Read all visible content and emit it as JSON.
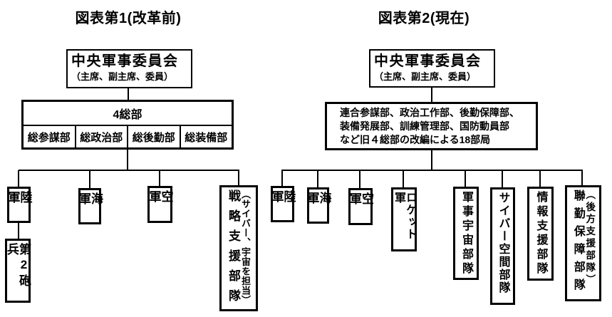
{
  "colors": {
    "background": "#ffffff",
    "line": "#000000",
    "text": "#000000"
  },
  "chart1": {
    "title": "図表第1(改革前)",
    "cmc": {
      "name": "中央軍事委員会",
      "members": "（主席、副主席、委員）"
    },
    "general_departments": {
      "header": "4総部",
      "cells": [
        "総参謀部",
        "総政治部",
        "総後勤部",
        "総装備部"
      ]
    },
    "units": [
      {
        "label": "陸軍"
      },
      {
        "label": "海軍"
      },
      {
        "label": "空軍"
      },
      {
        "label": "戦略支援部隊",
        "annotation": "（サイバー、宇宙を担当）"
      }
    ],
    "army_sub_unit": "第2砲兵"
  },
  "chart2": {
    "title": "図表第2(現在)",
    "cmc": {
      "name": "中央軍事委員会",
      "members": "（主席、副主席、委員）"
    },
    "departments_note": {
      "line1": "連合参謀部、政治工作部、後勤保障部、",
      "line2": "装備発展部、訓練管理部、国防動員部",
      "line3": "など旧４総部の改編による18部局"
    },
    "units": [
      {
        "label": "陸軍"
      },
      {
        "label": "海軍"
      },
      {
        "label": "空軍"
      },
      {
        "label": "ロケット軍"
      },
      {
        "label": "軍事宇宙部隊"
      },
      {
        "label": "サイバー空間部隊"
      },
      {
        "label": "情報支援部隊"
      },
      {
        "label": "聯勤保障部隊",
        "annotation": "（後方支援部隊）"
      }
    ]
  }
}
